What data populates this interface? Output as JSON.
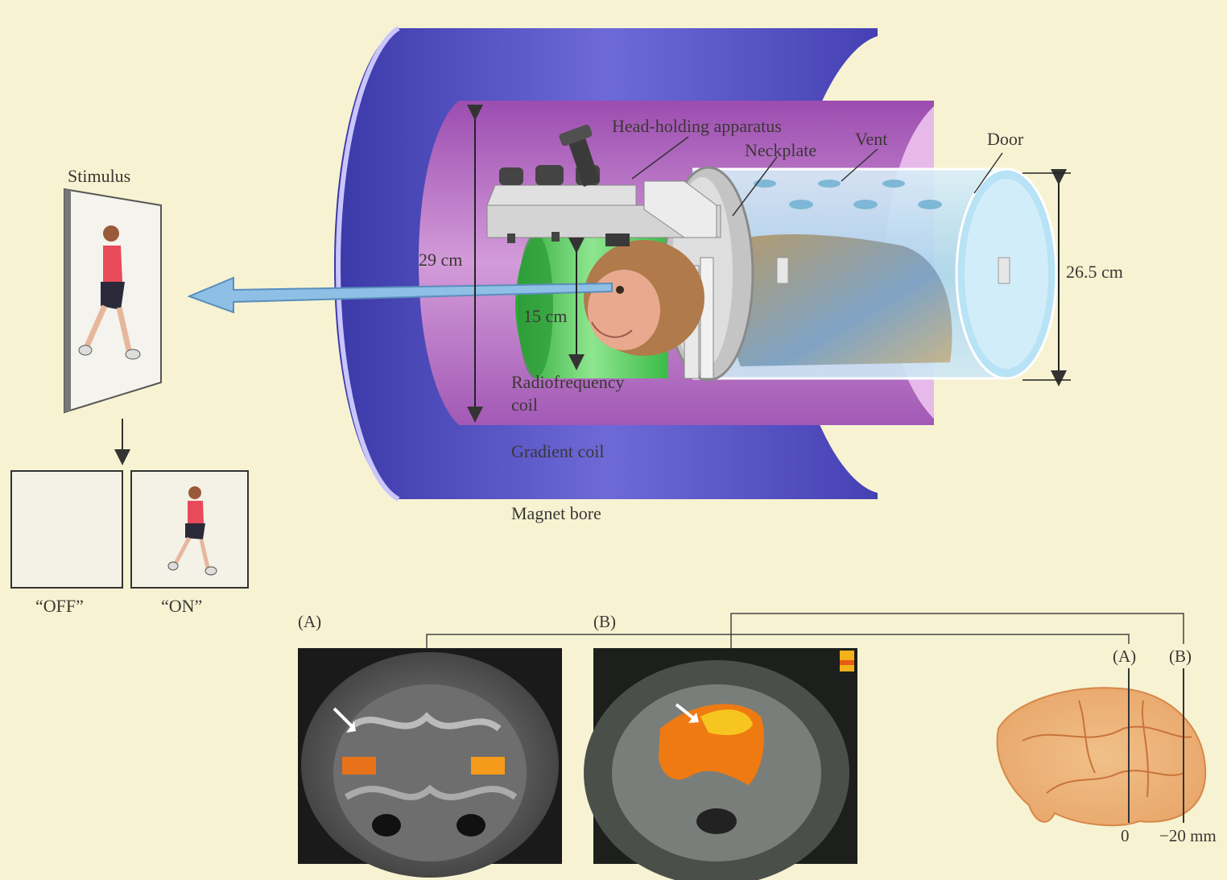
{
  "labels": {
    "stimulus": "Stimulus",
    "off": "“OFF”",
    "on": "“ON”",
    "head_holding": "Head-holding apparatus",
    "neckplate": "Neckplate",
    "vent": "Vent",
    "door": "Door",
    "dim_29": "29 cm",
    "dim_15": "15 cm",
    "dim_265": "26.5 cm",
    "rf_coil_line1": "Radiofrequency",
    "rf_coil_line2": "coil",
    "gradient_coil": "Gradient coil",
    "magnet_bore": "Magnet bore",
    "panel_a": "(A)",
    "panel_b": "(B)",
    "brain_a": "(A)",
    "brain_b": "(B)",
    "tick_0": "0",
    "tick_20": "−20 mm"
  },
  "colors": {
    "background": "#f7f3d2",
    "magnet_blue": "#5a55c8",
    "gradient_purple": "#b36cc0",
    "rf_green": "#3fc04a",
    "tube_blue": "#bfe0f2",
    "activation_orange": "#ef7a12"
  }
}
